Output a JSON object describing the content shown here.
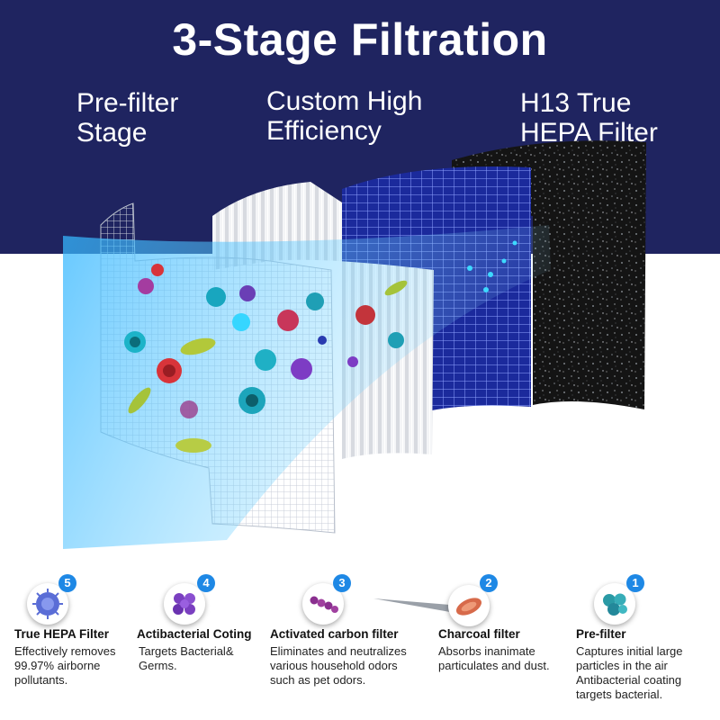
{
  "header": {
    "title": "3-Stage Filtration",
    "stages": [
      {
        "label": "Pre-filter\nStage"
      },
      {
        "label": "Custom High\nEfficiency"
      },
      {
        "label": "H13 True\nHEPA Filter"
      }
    ]
  },
  "colors": {
    "navy": "#1f2460",
    "badge_blue": "#1e88e5",
    "hepa_blue": "#1b2a9c",
    "carbon_black": "#141414"
  },
  "features": [
    {
      "number": "5",
      "title": "True HEPA Filter",
      "description": "Effectively removes\n99.97% airborne\npollutants.",
      "icon": "virus-icon"
    },
    {
      "number": "4",
      "title": "Actibacterial Coting",
      "description": "Targets Bacterial&\nGerms.",
      "icon": "germ-cluster-icon"
    },
    {
      "number": "3",
      "title": "Activated carbon filter",
      "description": "Eliminates and neutralizes\nvarious household odors\nsuch as pet odors.",
      "icon": "bacteria-chain-icon"
    },
    {
      "number": "2",
      "title": "Charcoal filter",
      "description": "Absorbs inanimate\nparticulates and dust.",
      "icon": "bacillus-icon"
    },
    {
      "number": "1",
      "title": "Pre-filter",
      "description": "Captures initial large\nparticles in the air\nAntibacterial coating\ntargets bacterial.",
      "icon": "cell-cluster-icon"
    }
  ]
}
